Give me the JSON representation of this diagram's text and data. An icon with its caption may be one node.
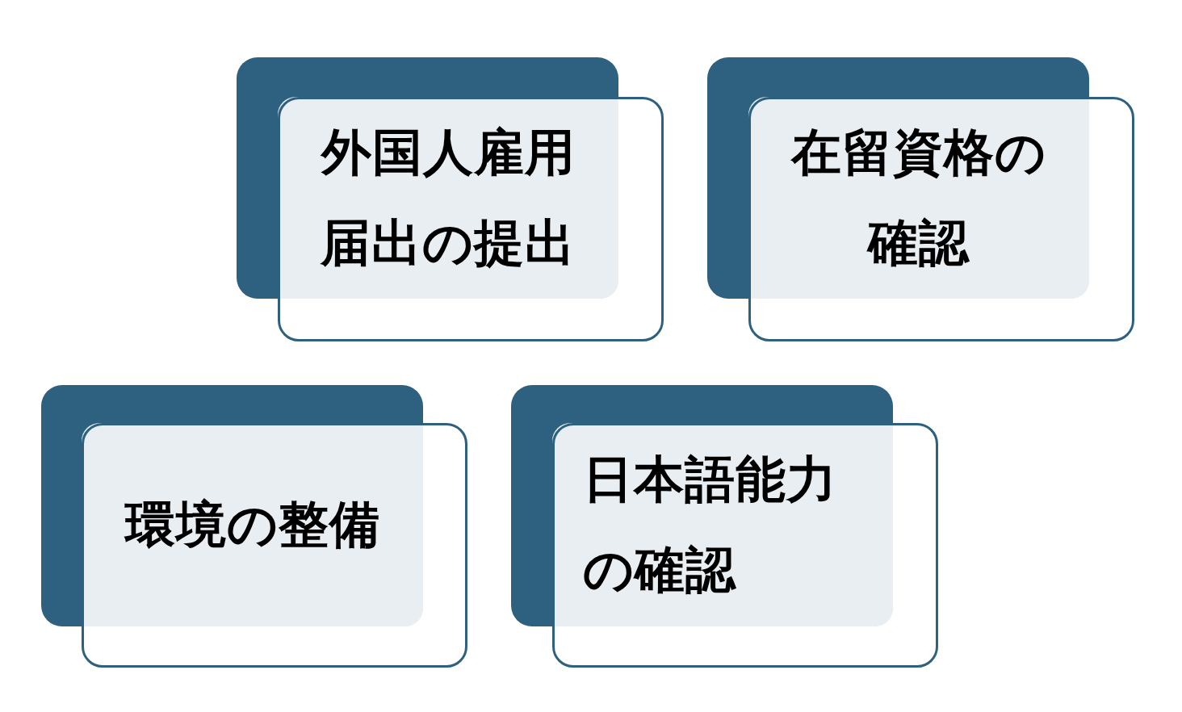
{
  "diagram": {
    "nodes": [
      {
        "text": [
          "外国人雇用届出の提出"
        ]
      },
      {
        "text": [
          "在留資格の確認"
        ]
      },
      {
        "text": [
          "環境の整備"
        ]
      },
      {
        "text": [
          "日本語能力の確認"
        ]
      }
    ],
    "edges": []
  }
}
